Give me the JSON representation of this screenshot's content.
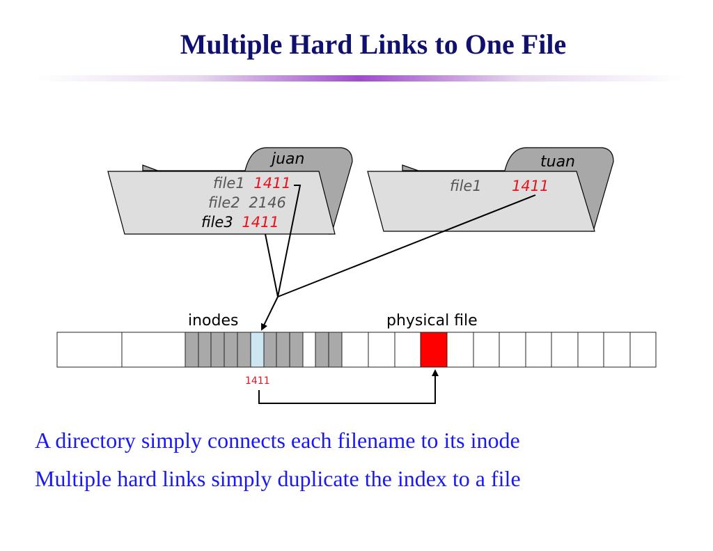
{
  "title": "Multiple Hard Links to One File",
  "colors": {
    "title": "#10106e",
    "caption": "#1a1af0",
    "inode_number": "#e8101a",
    "physical_block": "#ff0000",
    "target_inode": "#cde6f2",
    "inode_blocks": "#a9a9a9",
    "folder_fill": "#dedede",
    "folder_tab": "#a8a8a8"
  },
  "directories": [
    {
      "name": "juan",
      "entries": [
        {
          "filename": "file1",
          "inode": "1411",
          "links_to_target": true
        },
        {
          "filename": "file2",
          "inode": "2146",
          "links_to_target": false
        },
        {
          "filename": "file3",
          "inode": "1411",
          "links_to_target": true
        }
      ]
    },
    {
      "name": "tuan",
      "entries": [
        {
          "filename": "file1",
          "inode": "1411",
          "links_to_target": true
        }
      ]
    }
  ],
  "disk": {
    "inodes_label": "inodes",
    "physical_file_label": "physical file",
    "target_inode_number": "1411"
  },
  "captions": [
    "A directory simply connects each filename to its inode",
    "Multiple hard links simply duplicate the index to a file"
  ]
}
